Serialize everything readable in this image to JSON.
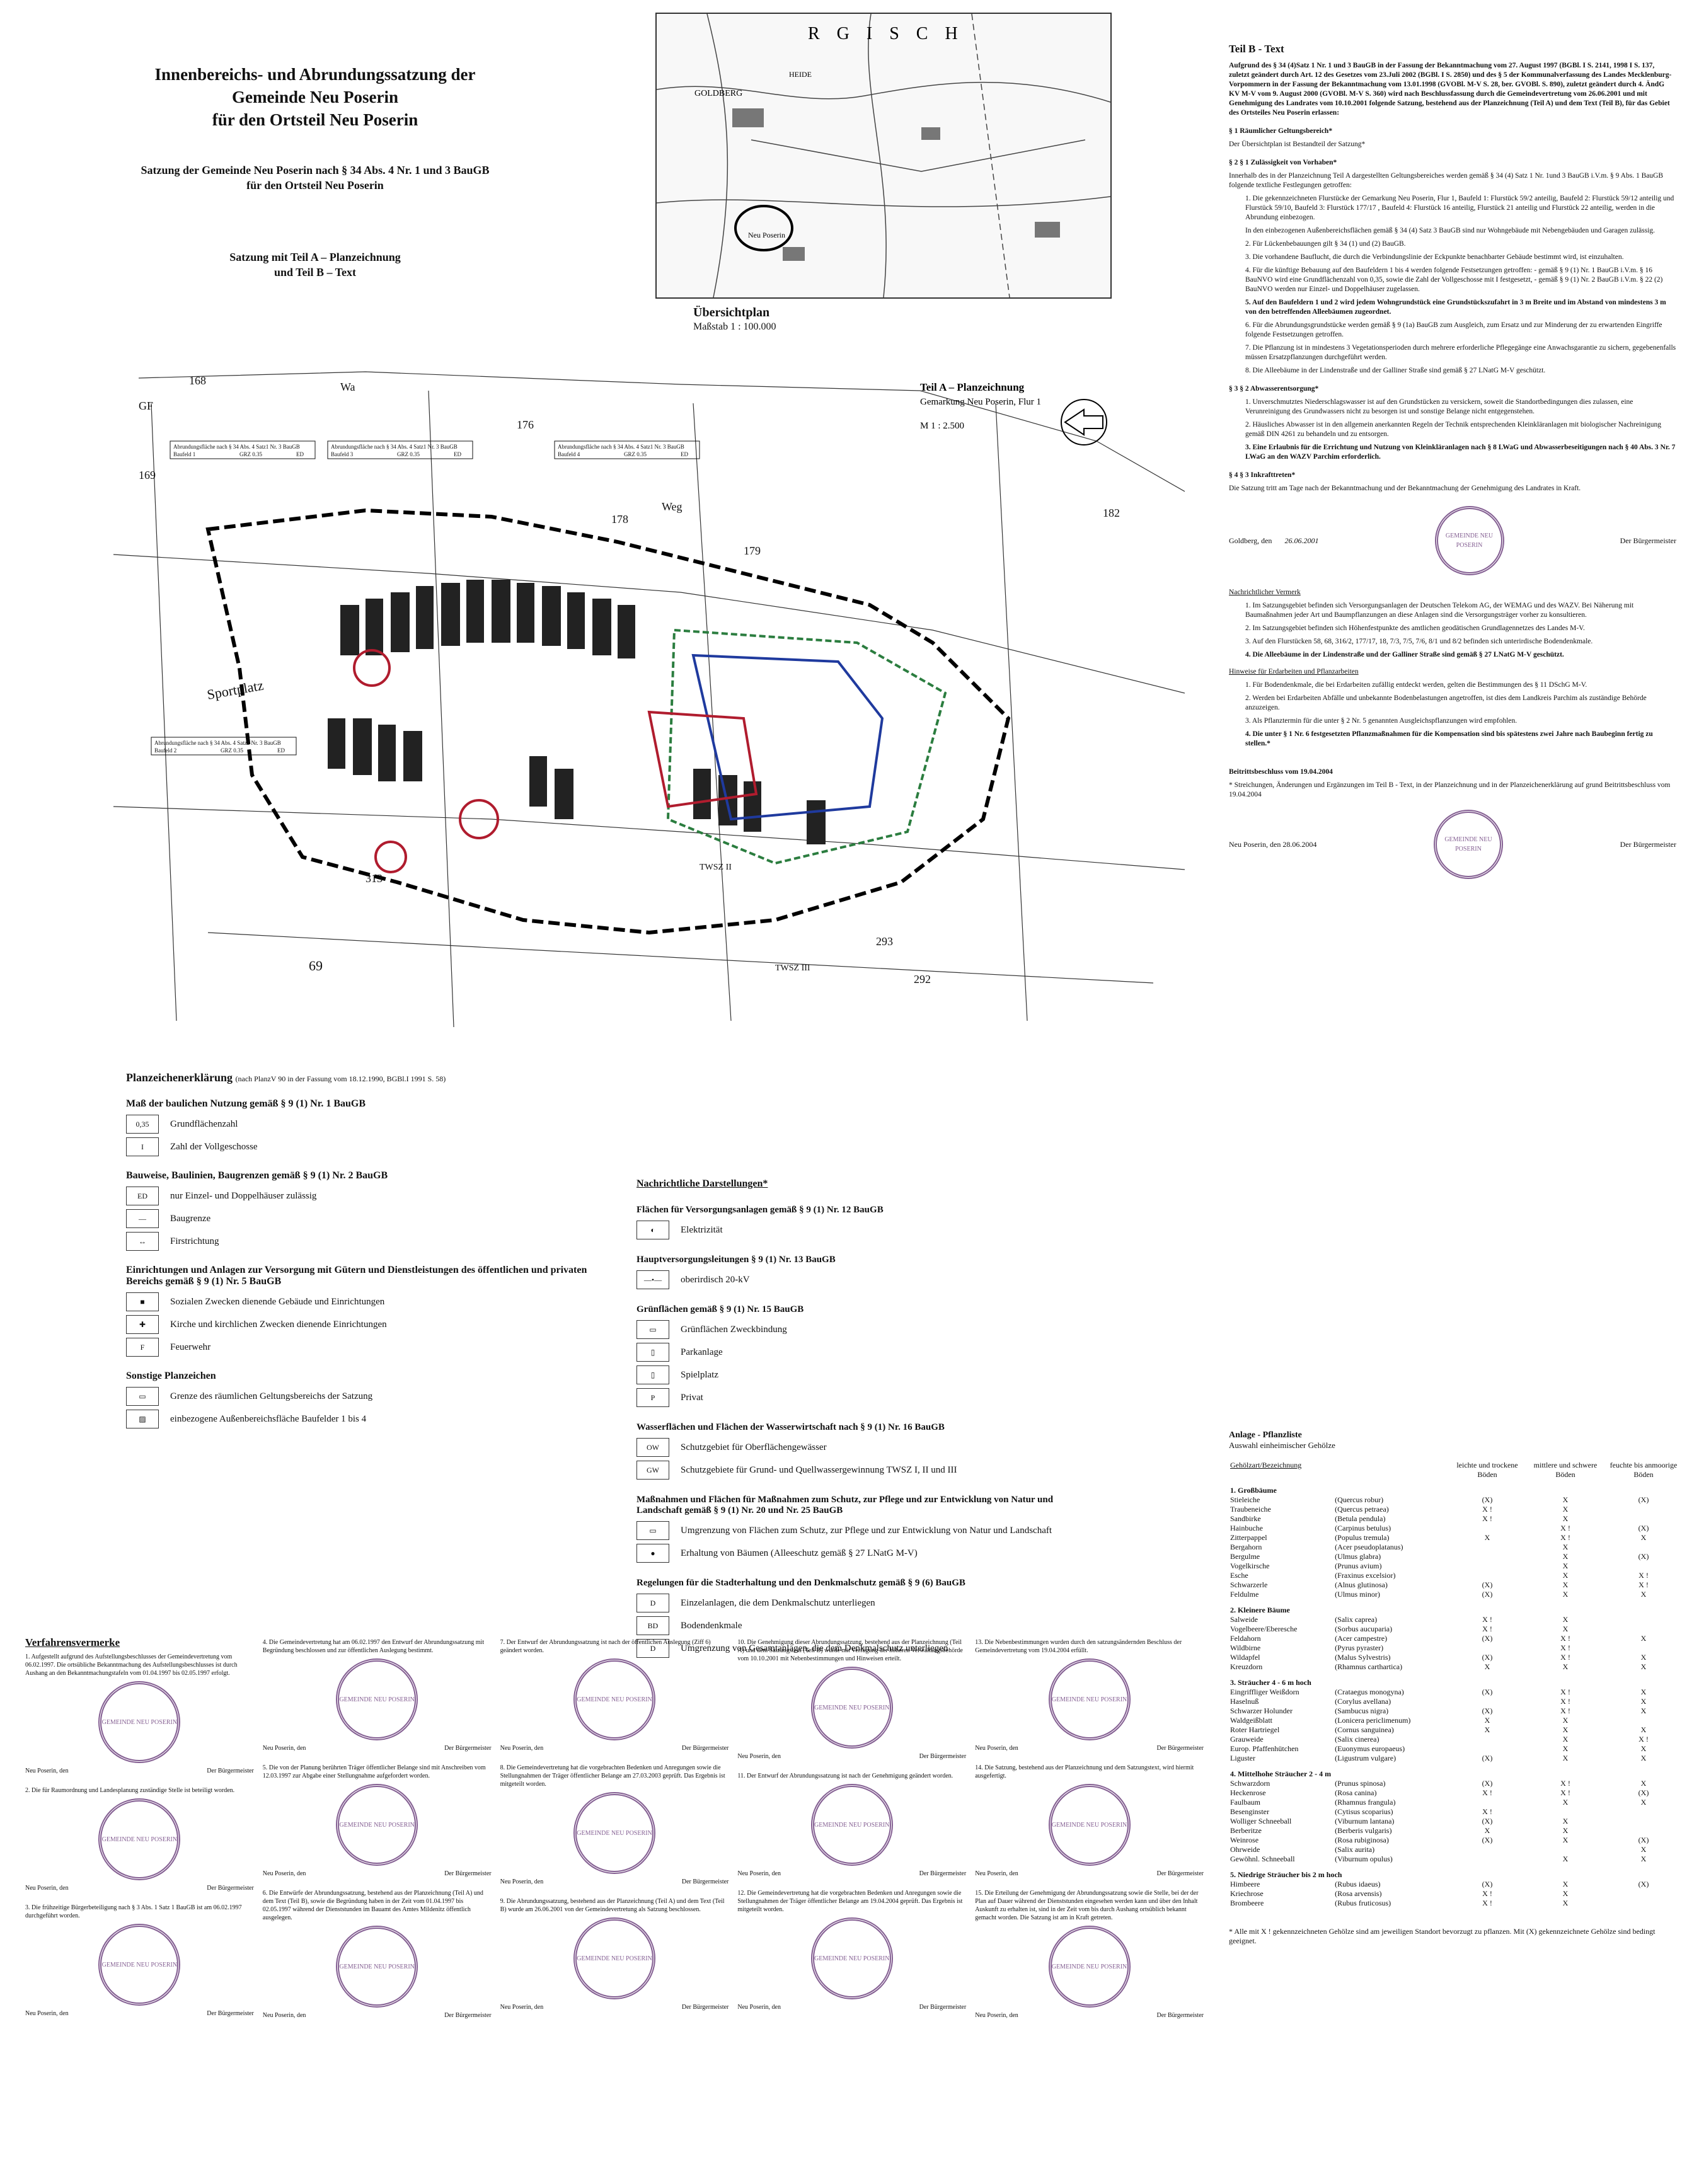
{
  "title": {
    "line1": "Innenbereichs- und Abrundungssatzung der",
    "line2": "Gemeinde Neu Poserin",
    "line3": "für den Ortsteil Neu Poserin",
    "sub1": "Satzung der Gemeinde Neu Poserin nach § 34 Abs. 4 Nr. 1 und 3 BauGB",
    "sub1b": "für den Ortsteil Neu Poserin",
    "sub2": "Satzung mit Teil A – Planzeichnung",
    "sub2b": "und Teil B – Text"
  },
  "overview": {
    "caption": "Übersichtplan",
    "scale": "Maßstab 1 : 100.000",
    "labels": [
      "GOLDBERG",
      "Neu Poserin",
      "R G I S C H",
      "HEIDE"
    ]
  },
  "plan": {
    "title": "Teil A – Planzeichnung",
    "sub": "Gemarkung Neu Poserin, Flur 1",
    "scale": "M 1 : 2.500",
    "parcels": [
      "168",
      "169",
      "176",
      "178",
      "179",
      "182",
      "Sportplatz",
      "Weg",
      "Wa",
      "GF",
      "TWSZ II",
      "TWSZ III",
      "69",
      "313",
      "293",
      "292"
    ],
    "tableLabel": "Abrundungsfläche nach § 34 Abs. 4 Satz1 Nr. 3 BauGB",
    "baufeld": [
      "Baufeld 1",
      "Baufeld 2",
      "Baufeld 3",
      "Baufeld 4"
    ],
    "grz": "GRZ 0.35",
    "ed": "ED"
  },
  "textB": {
    "heading": "Teil B - Text",
    "intro": "Aufgrund des § 34 (4)Satz 1 Nr. 1 und 3 BauGB in der Fassung der Bekanntmachung vom 27. August 1997 (BGBl. I S. 2141, 1998 I S. 137, zuletzt geändert durch Art. 12 des Gesetzes vom 23.Juli 2002 (BGBl. I S. 2850) und des § 5 der Kommunalverfassung des Landes Mecklenburg-Vorpommern in der Fassung der Bekanntmachung vom 13.01.1998 (GVOBl. M-V S. 28, ber. GVOBl. S. 890), zuletzt geändert durch 4. ÄndG KV M-V vom 9. August 2000 (GVOBl. M-V S. 360) wird nach Beschlussfassung durch die Gemeindevertretung vom 26.06.2001 und mit Genehmigung des Landrates vom 10.10.2001 folgende Satzung, bestehend aus der Planzeichnung (Teil A) und dem Text (Teil B), für das Gebiet des Ortsteiles Neu Poserin erlassen:",
    "s1": "§ 1 Räumlicher Geltungsbereich*",
    "s1t": "Der Übersichtplan ist Bestandteil der Satzung*",
    "s2": "§ 2    § 1 Zulässigkeit von Vorhaben*",
    "s2t": "Innerhalb des in der Planzeichnung Teil A dargestellten Geltungsbereiches werden gemäß § 34 (4) Satz 1 Nr. 1und 3 BauGB i.V.m. § 9 Abs. 1 BauGB folgende textliche Festlegungen getroffen:",
    "items": [
      "1. Die gekennzeichneten Flurstücke der Gemarkung Neu Poserin, Flur 1, Baufeld 1: Flurstück 59/2 anteilig, Baufeld 2: Flurstück 59/12 anteilig und Flurstück 59/10, Baufeld 3: Flurstück 177/17 , Baufeld 4: Flurstück 16 anteilig, Flurstück 21 anteilig und Flurstück 22 anteilig, werden in die Abrundung einbezogen.",
      "In den einbezogenen Außenbereichsflächen gemäß § 34 (4) Satz 3 BauGB sind nur Wohngebäude mit Nebengebäuden und Garagen zulässig.",
      "2. Für Lückenbebauungen gilt § 34 (1) und (2) BauGB.",
      "3. Die vorhandene Bauflucht, die durch die Verbindungslinie der Eckpunkte benachbarter Gebäude bestimmt wird, ist einzuhalten.",
      "4. Für die künftige Bebauung auf den Baufeldern 1 bis 4 werden folgende Festsetzungen getroffen: - gemäß § 9 (1) Nr. 1 BauGB i.V.m. § 16 BauNVO wird eine Grundflächenzahl von 0,35, sowie die Zahl der Vollgeschosse mit I festgesetzt, - gemäß § 9 (1) Nr. 2 BauGB i.V.m. § 22 (2) BauNVO werden nur Einzel- und Doppelhäuser zugelassen.",
      "5. Auf den Baufeldern 1 und 2 wird jedem Wohngrundstück eine Grundstückszufahrt in 3 m Breite und im Abstand von mindestens 3 m von den betreffenden Alleebäumen zugeordnet.",
      "6. Für die Abrundungsgrundstücke werden gemäß § 9 (1a) BauGB zum Ausgleich, zum Ersatz und zur Minderung der zu erwartenden Eingriffe folgende Festsetzungen getroffen.",
      "7. Die Pflanzung ist in mindestens 3 Vegetationsperioden durch mehrere erforderliche Pflegegänge eine Anwachsgarantie zu sichern, gegebenenfalls müssen Ersatzpflanzungen durchgeführt werden.",
      "8. Die Alleebäume in der Lindenstraße und der Galliner Straße sind gemäß § 27 LNatG M-V geschützt."
    ],
    "s3": "§ 3    § 2 Abwasserentsorgung*",
    "s3items": [
      "1. Unverschmutztes Niederschlagswasser ist auf den Grundstücken zu versickern, soweit die Standortbedingungen dies zulassen, eine Verunreinigung des Grundwassers nicht zu besorgen ist und sonstige Belange nicht entgegenstehen.",
      "2. Häusliches Abwasser ist in den allgemein anerkannten Regeln der Technik entsprechenden Kleinkläranlagen mit biologischer Nachreinigung gemäß DIN 4261 zu behandeln und zu entsorgen.",
      "3. Eine Erlaubnis für die Errichtung und Nutzung von Kleinkläranlagen nach § 8 LWaG und Abwasserbeseitigungen nach § 40 Abs. 3 Nr. 7 LWaG an den WAZV Parchim erforderlich."
    ],
    "s4": "§ 4    § 3 Inkrafttreten*",
    "s4t": "Die Satzung tritt am Tage nach der Bekanntmachung und der Bekanntmachung der Genehmigung des Landrates in Kraft.",
    "place": "Goldberg, den",
    "date1": "26.06.2001",
    "signer": "Der Bürgermeister",
    "stampText": "GEMEINDE NEU POSERIN",
    "nachr": "Nachrichtlicher Vermerk",
    "nachrItems": [
      "1. Im Satzungsgebiet befinden sich Versorgungsanlagen der Deutschen Telekom AG, der WEMAG und des WAZV. Bei Näherung mit Baumaßnahmen jeder Art und Baumpflanzungen an diese Anlagen sind die Versorgungsträger vorher zu konsultieren.",
      "2. Im Satzungsgebiet befinden sich Höhenfestpunkte des amtlichen geodätischen Grundlagennetzes des Landes M-V.",
      "3. Auf den Flurstücken 58, 68, 316/2, 177/17, 18, 7/3, 7/5, 7/6, 8/1 und 8/2 befinden sich unterirdische Bodendenkmale.",
      "4. Die Alleebäume in der Lindenstraße und der Galliner Straße sind gemäß § 27 LNatG M-V geschützt."
    ],
    "hinweise": "Hinweise für Erdarbeiten und Pflanzarbeiten",
    "hinweiseItems": [
      "1. Für Bodendenkmale, die bei Erdarbeiten zufällig entdeckt werden, gelten die Bestimmungen des § 11 DSchG M-V.",
      "2. Werden bei Erdarbeiten Abfälle und unbekannte Bodenbelastungen angetroffen, ist dies dem Landkreis Parchim als zuständige Behörde anzuzeigen.",
      "3. Als Pflanztermin für die unter § 2 Nr. 5 genannten Ausgleichspflanzungen wird empfohlen.",
      "4. Die unter § 1 Nr. 6 festgesetzten Pflanzmaßnahmen für die Kompensation sind bis spätestens zwei Jahre nach Baubeginn fertig zu stellen.*"
    ],
    "beitritt": "Beitrittsbeschluss vom 19.04.2004",
    "beitrittNote": "* Streichungen, Änderungen und Ergänzungen im Teil B - Text, in der Planzeichnung und in der Planzeichenerklärung auf grund Beitrittsbeschluss vom 19.04.2004",
    "place2": "Neu Poserin, den 28.06.2004"
  },
  "legend": {
    "heading": "Planzeichenerklärung",
    "headingNote": "(nach PlanzV 90 in der Fassung vom 18.12.1990, BGBl.I 1991 S. 58)",
    "groups": [
      {
        "hd": "Maß der baulichen Nutzung gemäß § 9 (1) Nr. 1 BauGB",
        "rows": [
          [
            "0,35",
            "Grundflächenzahl"
          ],
          [
            "I",
            "Zahl der Vollgeschosse"
          ]
        ]
      },
      {
        "hd": "Bauweise, Baulinien, Baugrenzen gemäß § 9 (1) Nr. 2 BauGB",
        "rows": [
          [
            "ED",
            "nur Einzel- und Doppelhäuser zulässig"
          ],
          [
            "—",
            "Baugrenze"
          ],
          [
            "↔",
            "Firstrichtung"
          ]
        ]
      },
      {
        "hd": "Einrichtungen und Anlagen zur Versorgung mit Gütern und Dienstleistungen des öffentlichen und privaten Bereichs gemäß § 9 (1) Nr. 5 BauGB",
        "rows": [
          [
            "■",
            "Sozialen Zwecken dienende Gebäude und Einrichtungen"
          ],
          [
            "✚",
            "Kirche und kirchlichen Zwecken dienende Einrichtungen"
          ],
          [
            "F",
            "Feuerwehr"
          ]
        ]
      },
      {
        "hd": "Sonstige Planzeichen",
        "rows": [
          [
            "▭",
            "Grenze des räumlichen Geltungsbereichs der Satzung"
          ],
          [
            "▨",
            "einbezogene Außenbereichsfläche Baufelder 1 bis 4"
          ]
        ]
      }
    ]
  },
  "legend2": {
    "heading": "Nachrichtliche Darstellungen*",
    "groups": [
      {
        "hd": "Flächen für Versorgungsanlagen gemäß § 9 (1) Nr. 12 BauGB",
        "rows": [
          [
            "◐",
            "Elektrizität"
          ]
        ]
      },
      {
        "hd": "Hauptversorgungsleitungen § 9 (1) Nr. 13 BauGB",
        "rows": [
          [
            "—•—",
            "oberirdisch 20-kV"
          ]
        ]
      },
      {
        "hd": "Grünflächen gemäß § 9 (1) Nr. 15 BauGB",
        "rows": [
          [
            "▭",
            "Grünflächen Zweckbindung"
          ],
          [
            "▯",
            "Parkanlage"
          ],
          [
            "▯",
            "Spielplatz"
          ],
          [
            "P",
            "Privat"
          ]
        ]
      },
      {
        "hd": "Wasserflächen und Flächen der Wasserwirtschaft nach § 9 (1) Nr. 16 BauGB",
        "rows": [
          [
            "OW",
            "Schutzgebiet für Oberflächengewässer"
          ],
          [
            "GW",
            "Schutzgebiete für Grund- und Quellwassergewinnung TWSZ I, II und III"
          ]
        ]
      },
      {
        "hd": "Maßnahmen und Flächen für Maßnahmen zum Schutz, zur Pflege und zur Entwicklung von Natur und Landschaft gemäß § 9 (1) Nr. 20 und Nr. 25 BauGB",
        "rows": [
          [
            "▭",
            "Umgrenzung von Flächen zum Schutz, zur Pflege und zur Entwicklung von Natur und Landschaft"
          ],
          [
            "●",
            "Erhaltung von Bäumen (Alleeschutz gemäß § 27 LNatG M-V)"
          ]
        ]
      },
      {
        "hd": "Regelungen für die Stadterhaltung und den Denkmalschutz gemäß § 9 (6) BauGB",
        "rows": [
          [
            "D",
            "Einzelanlagen, die dem Denkmalschutz unterliegen"
          ],
          [
            "BD",
            "Bodendenkmale"
          ],
          [
            "D",
            "Umgrenzung von Gesamtanlagen, die dem Denkmalschutz unterliegen"
          ]
        ]
      }
    ]
  },
  "procedures": {
    "heading": "Verfahrensvermerke",
    "place": "Neu Poserin, den",
    "signer": "Der Bürgermeister",
    "items": [
      "1. Aufgestellt aufgrund des Aufstellungsbeschlusses der Gemeindevertretung vom 06.02.1997. Die ortsübliche Bekanntmachung des Aufstellungsbeschlusses ist durch Aushang an den Bekanntmachungstafeln vom 01.04.1997 bis 02.05.1997 erfolgt.",
      "2. Die für Raumordnung und Landesplanung zuständige Stelle ist beteiligt worden.",
      "3. Die frühzeitige Bürgerbeteiligung nach § 3 Abs. 1 Satz 1 BauGB ist am 06.02.1997 durchgeführt worden.",
      "4. Die Gemeindevertretung hat am 06.02.1997 den Entwurf der Abrundungssatzung mit Begründung beschlossen und zur öffentlichen Auslegung bestimmt.",
      "5. Die von der Planung berührten Träger öffentlicher Belange sind mit Anschreiben vom 12.03.1997 zur Abgabe einer Stellungnahme aufgefordert worden.",
      "6. Die Entwürfe der Abrundungssatzung, bestehend aus der Planzeichnung (Teil A) und dem Text (Teil B), sowie die Begründung haben in der Zeit vom 01.04.1997 bis 02.05.1997 während der Dienststunden im Bauamt des Amtes Mildenitz öffentlich ausgelegen.",
      "7. Der Entwurf der Abrundungssatzung ist nach der öffentlichen Auslegung (Ziff 6) geändert worden.",
      "8. Die Gemeindevertretung hat die vorgebrachten Bedenken und Anregungen sowie die Stellungnahmen der Träger öffentlicher Belange am 27.03.2003 geprüft. Das Ergebnis ist mitgeteilt worden.",
      "9. Die Abrundungssatzung, bestehend aus der Planzeichnung (Teil A) und dem Text (Teil B) wurde am 26.06.2001 von der Gemeindevertretung als Satzung beschlossen.",
      "10. Die Genehmigung dieser Abrundungssatzung, bestehend aus der Planzeichnung (Teil A) und dem Satzungstext (Teil B) wurde mit Verfügung der höheren Verwaltungsbehörde vom 10.10.2001 mit Nebenbestimmungen und Hinweisen erteilt.",
      "11. Der Entwurf der Abrundungssatzung ist nach der Genehmigung geändert worden.",
      "12. Die Gemeindevertretung hat die vorgebrachten Bedenken und Anregungen sowie die Stellungnahmen der Träger öffentlicher Belange am 19.04.2004 geprüft. Das Ergebnis ist mitgeteilt worden.",
      "13. Die Nebenbestimmungen wurden durch den satzungsändernden Beschluss der Gemeindevertretung vom 19.04.2004 erfüllt.",
      "14. Die Satzung, bestehend aus der Planzeichnung und dem Satzungstext, wird hiermit ausgefertigt.",
      "15. Die Erteilung der Genehmigung der Abrundungssatzung sowie die Stelle, bei der der Plan auf Dauer während der Dienststunden eingesehen werden kann und über den Inhalt Auskunft zu erhalten ist, sind in der Zeit vom bis durch Aushang ortsüblich bekannt gemacht worden. Die Satzung ist am in Kraft getreten."
    ]
  },
  "plantList": {
    "heading": "Anlage - Pflanzliste",
    "sub": "Auswahl einheimischer Gehölze",
    "cols": [
      "Gehölzart/Bezeichnung",
      "leichte und trockene Böden",
      "mittlere und schwere Böden",
      "feuchte bis anmoorige Böden"
    ],
    "groups": [
      {
        "hd": "1. Großbäume",
        "rows": [
          [
            "Stieleiche",
            "(Quercus robur)",
            "(X)",
            "X",
            "(X)"
          ],
          [
            "Traubeneiche",
            "(Quercus petraea)",
            "X !",
            "X",
            ""
          ],
          [
            "Sandbirke",
            "(Betula pendula)",
            "X !",
            "X",
            ""
          ],
          [
            "Hainbuche",
            "(Carpinus betulus)",
            "",
            "X !",
            "(X)"
          ],
          [
            "Zitterpappel",
            "(Populus tremula)",
            "X",
            "X !",
            "X"
          ],
          [
            "Bergahorn",
            "(Acer pseudoplatanus)",
            "",
            "X",
            ""
          ],
          [
            "Bergulme",
            "(Ulmus glabra)",
            "",
            "X",
            "(X)"
          ],
          [
            "Vogelkirsche",
            "(Prunus avium)",
            "",
            "X",
            ""
          ],
          [
            "Esche",
            "(Fraxinus excelsior)",
            "",
            "X",
            "X !"
          ],
          [
            "Schwarzerle",
            "(Alnus glutinosa)",
            "(X)",
            "X",
            "X !"
          ],
          [
            "Feldulme",
            "(Ulmus minor)",
            "(X)",
            "X",
            "X"
          ]
        ]
      },
      {
        "hd": "2. Kleinere Bäume",
        "rows": [
          [
            "Salweide",
            "(Salix caprea)",
            "X !",
            "X",
            ""
          ],
          [
            "Vogelbeere/Eberesche",
            "(Sorbus aucuparia)",
            "X !",
            "X",
            ""
          ],
          [
            "Feldahorn",
            "(Acer campestre)",
            "(X)",
            "X !",
            "X"
          ],
          [
            "Wildbirne",
            "(Pyrus pyraster)",
            "",
            "X !",
            ""
          ],
          [
            "Wildapfel",
            "(Malus Sylvestris)",
            "(X)",
            "X !",
            "X"
          ],
          [
            "Kreuzdorn",
            "(Rhamnus carthartica)",
            "X",
            "X",
            "X"
          ]
        ]
      },
      {
        "hd": "3. Sträucher 4 - 6 m hoch",
        "rows": [
          [
            "Eingriffliger Weißdorn",
            "(Crataegus monogyna)",
            "(X)",
            "X !",
            "X"
          ],
          [
            "Haselnuß",
            "(Corylus avellana)",
            "",
            "X !",
            "X"
          ],
          [
            "Schwarzer Holunder",
            "(Sambucus nigra)",
            "(X)",
            "X !",
            "X"
          ],
          [
            "Waldgeißblatt",
            "(Lonicera periclimenum)",
            "X",
            "X",
            ""
          ],
          [
            "Roter Hartriegel",
            "(Cornus sanguinea)",
            "X",
            "X",
            "X"
          ],
          [
            "Grauweide",
            "(Salix cinerea)",
            "",
            "X",
            "X !"
          ],
          [
            "Europ. Pfaffenhütchen",
            "(Euonymus europaeus)",
            "",
            "X",
            "X"
          ],
          [
            "Liguster",
            "(Ligustrum vulgare)",
            "(X)",
            "X",
            "X"
          ]
        ]
      },
      {
        "hd": "4. Mittelhohe Sträucher 2 - 4 m",
        "rows": [
          [
            "Schwarzdorn",
            "(Prunus spinosa)",
            "(X)",
            "X !",
            "X"
          ],
          [
            "Heckenrose",
            "(Rosa canina)",
            "X !",
            "X !",
            "(X)"
          ],
          [
            "Faulbaum",
            "(Rhamnus frangula)",
            "",
            "X",
            "X"
          ],
          [
            "Besenginster",
            "(Cytisus scoparius)",
            "X !",
            "",
            ""
          ],
          [
            "Wolliger Schneeball",
            "(Viburnum lantana)",
            "(X)",
            "X",
            ""
          ],
          [
            "Berberitze",
            "(Berberis vulgaris)",
            "X",
            "X",
            ""
          ],
          [
            "Weinrose",
            "(Rosa rubiginosa)",
            "(X)",
            "X",
            "(X)"
          ],
          [
            "Ohrweide",
            "(Salix aurita)",
            "",
            "",
            "X"
          ],
          [
            "Gewöhnl. Schneeball",
            "(Viburnum opulus)",
            "",
            "X",
            "X"
          ]
        ]
      },
      {
        "hd": "5. Niedrige Sträucher bis 2 m hoch",
        "rows": [
          [
            "Himbeere",
            "(Rubus idaeus)",
            "(X)",
            "X",
            "(X)"
          ],
          [
            "Kriechrose",
            "(Rosa arvensis)",
            "X !",
            "X",
            ""
          ],
          [
            "Brombeere",
            "(Rubus fruticosus)",
            "X !",
            "X",
            ""
          ]
        ]
      }
    ],
    "footnote": "* Alle mit X ! gekennzeichneten Gehölze sind am jeweiligen Standort bevorzugt zu pflanzen. Mit (X) gekennzeichnete Gehölze sind bedingt geeignet."
  }
}
